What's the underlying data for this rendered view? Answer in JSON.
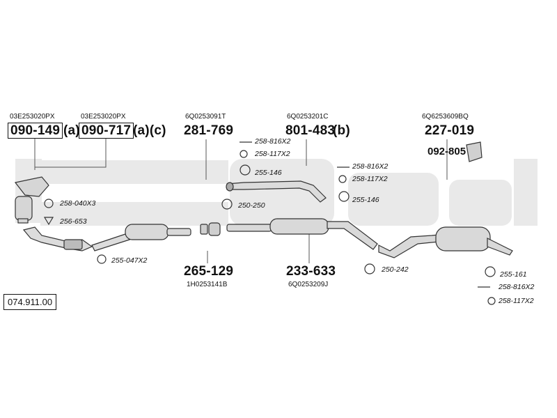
{
  "diagram": {
    "catalog_number": "074.911.00",
    "watermark_color": "#e9e9e9",
    "line_color": "#555555",
    "groups": [
      {
        "oem": "03E253020PX",
        "part": "090-149",
        "suffix": "(a)"
      },
      {
        "oem": "03E253020PX",
        "part": "090-717",
        "suffix": "(a)(c)"
      },
      {
        "oem": "6Q0253091T",
        "part": "281-769"
      },
      {
        "oem": "6Q0253201C",
        "part": "801-483",
        "suffix": "(b)"
      },
      {
        "oem": "6Q6253609BQ",
        "part": "227-019"
      },
      {
        "part": "092-805"
      },
      {
        "part": "265-129",
        "oem": "1H0253141B"
      },
      {
        "part": "233-633",
        "oem": "6Q0253209J"
      }
    ],
    "hardware": [
      {
        "code": "258-040X3"
      },
      {
        "code": "256-653"
      },
      {
        "code": "255-047X2"
      },
      {
        "code": "258-816X2"
      },
      {
        "code": "258-117X2"
      },
      {
        "code": "255-146"
      },
      {
        "code": "250-250"
      },
      {
        "code": "258-816X2"
      },
      {
        "code": "258-117X2"
      },
      {
        "code": "255-146"
      },
      {
        "code": "250-242"
      },
      {
        "code": "255-161"
      },
      {
        "code": "258-816X2"
      },
      {
        "code": "258-117X2"
      }
    ]
  }
}
